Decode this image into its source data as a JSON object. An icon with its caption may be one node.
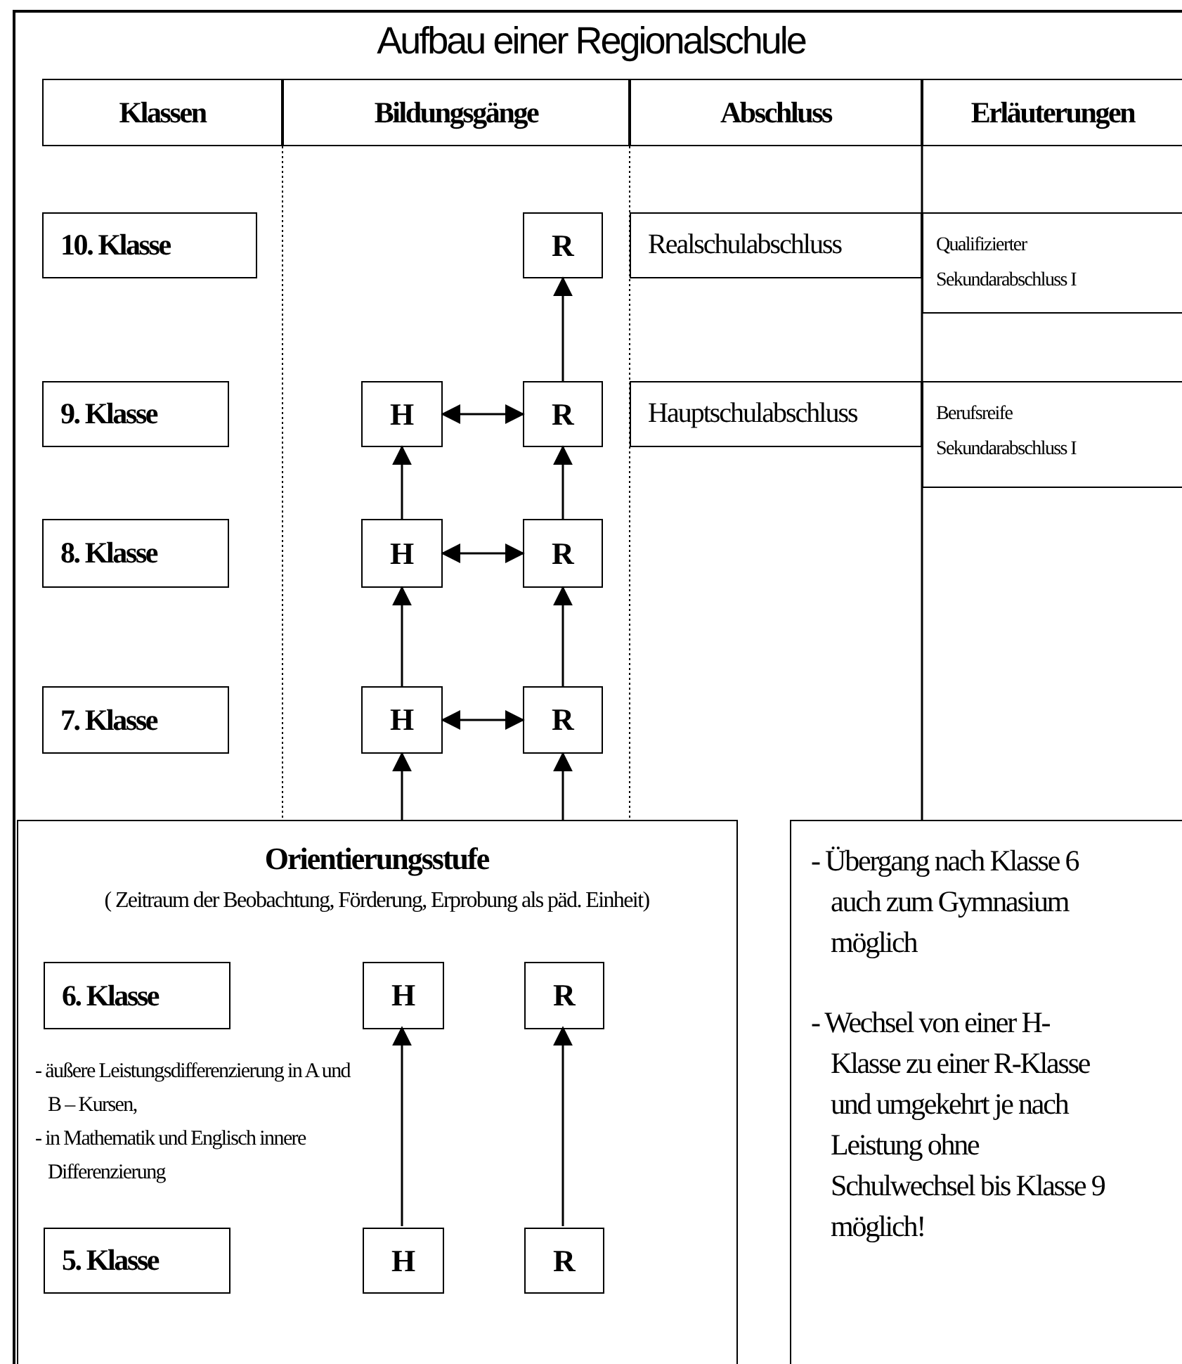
{
  "diagram": {
    "title": "Aufbau einer Regionalschule",
    "nodes": [
      {
        "text": [
          "Klassen"
        ]
      },
      {
        "text": [
          "Bildungsgänge"
        ]
      },
      {
        "text": [
          "Abschluss"
        ]
      },
      {
        "text": [
          "Erläuterungen"
        ]
      },
      {
        "text": [
          "10. Klasse"
        ]
      },
      {
        "text": [
          "R"
        ]
      },
      {
        "text": [
          "Realschulabschluss"
        ]
      },
      {
        "text": [
          "Qualifizierter Sekundarabschluss I"
        ]
      },
      {
        "text": [
          "9. Klasse"
        ]
      },
      {
        "text": [
          "H"
        ]
      },
      {
        "text": [
          "R"
        ]
      },
      {
        "text": [
          "Hauptschulabschluss"
        ]
      },
      {
        "text": [
          "Berufsreife Sekundarabschluss I"
        ]
      },
      {
        "text": [
          "8. Klasse"
        ]
      },
      {
        "text": [
          "H"
        ]
      },
      {
        "text": [
          "R"
        ]
      },
      {
        "text": [
          "7. Klasse"
        ]
      },
      {
        "text": [
          "H"
        ]
      },
      {
        "text": [
          "R"
        ]
      },
      {
        "text": [
          "Orientierungsstufe",
          "( Zeitraum der Beobachtung, Förderung, Erprobung als päd. Einheit)",
          "- äußere Leistungsdifferenzierung in A und B – Kursen,",
          "- in Mathematik und Englisch innere Differenzierung"
        ]
      },
      {
        "text": [
          "6. Klasse"
        ],
        "in": 19
      },
      {
        "text": [
          "H"
        ],
        "in": 19
      },
      {
        "text": [
          "R"
        ],
        "in": 19
      },
      {
        "text": [
          "5. Klasse"
        ],
        "in": 19
      },
      {
        "text": [
          "H"
        ],
        "in": 19
      },
      {
        "text": [
          "R"
        ],
        "in": 19
      },
      {
        "text": [
          "- Übergang nach Klasse 6 auch zum Gymnasium möglich",
          "- Wechsel von einer H-Klasse zu einer R-Klasse und umgekehrt je nach Leistung ohne Schulwechsel bis Klasse 9 möglich!"
        ]
      }
    ],
    "edges": [
      {
        "from": 10,
        "to": 5,
        "arrow": "to"
      },
      {
        "from": 9,
        "to": 10,
        "arrow": "both"
      },
      {
        "from": 14,
        "to": 9,
        "arrow": "to"
      },
      {
        "from": 15,
        "to": 10,
        "arrow": "to"
      },
      {
        "from": 14,
        "to": 15,
        "arrow": "both"
      },
      {
        "from": 17,
        "to": 14,
        "arrow": "to"
      },
      {
        "from": 18,
        "to": 15,
        "arrow": "to"
      },
      {
        "from": 17,
        "to": 18,
        "arrow": "both"
      },
      {
        "from": 19,
        "to": 17,
        "arrow": "to"
      },
      {
        "from": 19,
        "to": 18,
        "arrow": "to"
      },
      {
        "from": 24,
        "to": 21,
        "arrow": "to"
      },
      {
        "from": 25,
        "to": 22,
        "arrow": "to"
      }
    ]
  }
}
